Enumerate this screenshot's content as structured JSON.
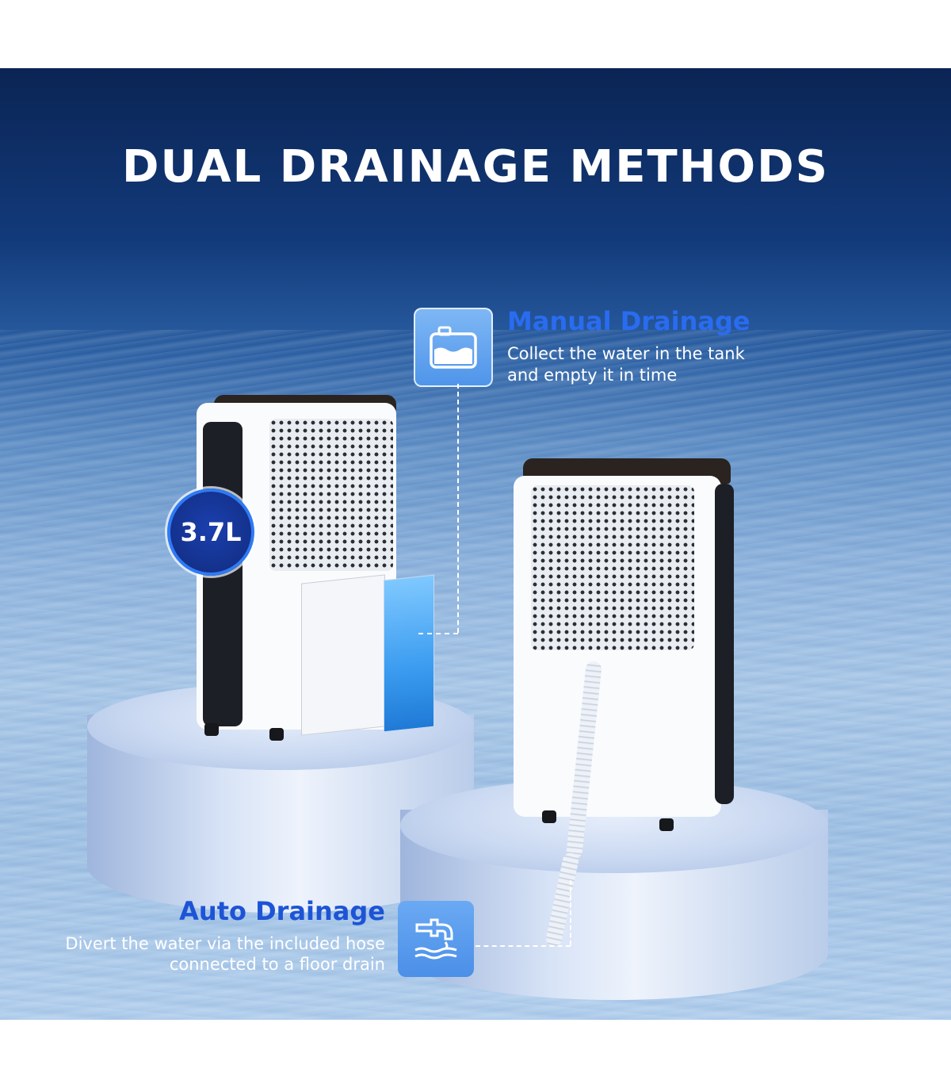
{
  "title": "DUAL DRAINAGE METHODS",
  "capacity_badge": "3.7L",
  "manual": {
    "title": "Manual Drainage",
    "line1": "Collect the water in the tank",
    "line2": "and empty it in time"
  },
  "auto": {
    "title": "Auto Drainage",
    "line1": "Divert the water via the included hose",
    "line2": "connected to a floor drain"
  },
  "icons": {
    "manual": "water-tank-icon",
    "auto": "drain-pipe-icon"
  },
  "colors": {
    "accent": "#2a6cf0",
    "title_text": "#ffffff",
    "background_top": "#0b2454"
  }
}
